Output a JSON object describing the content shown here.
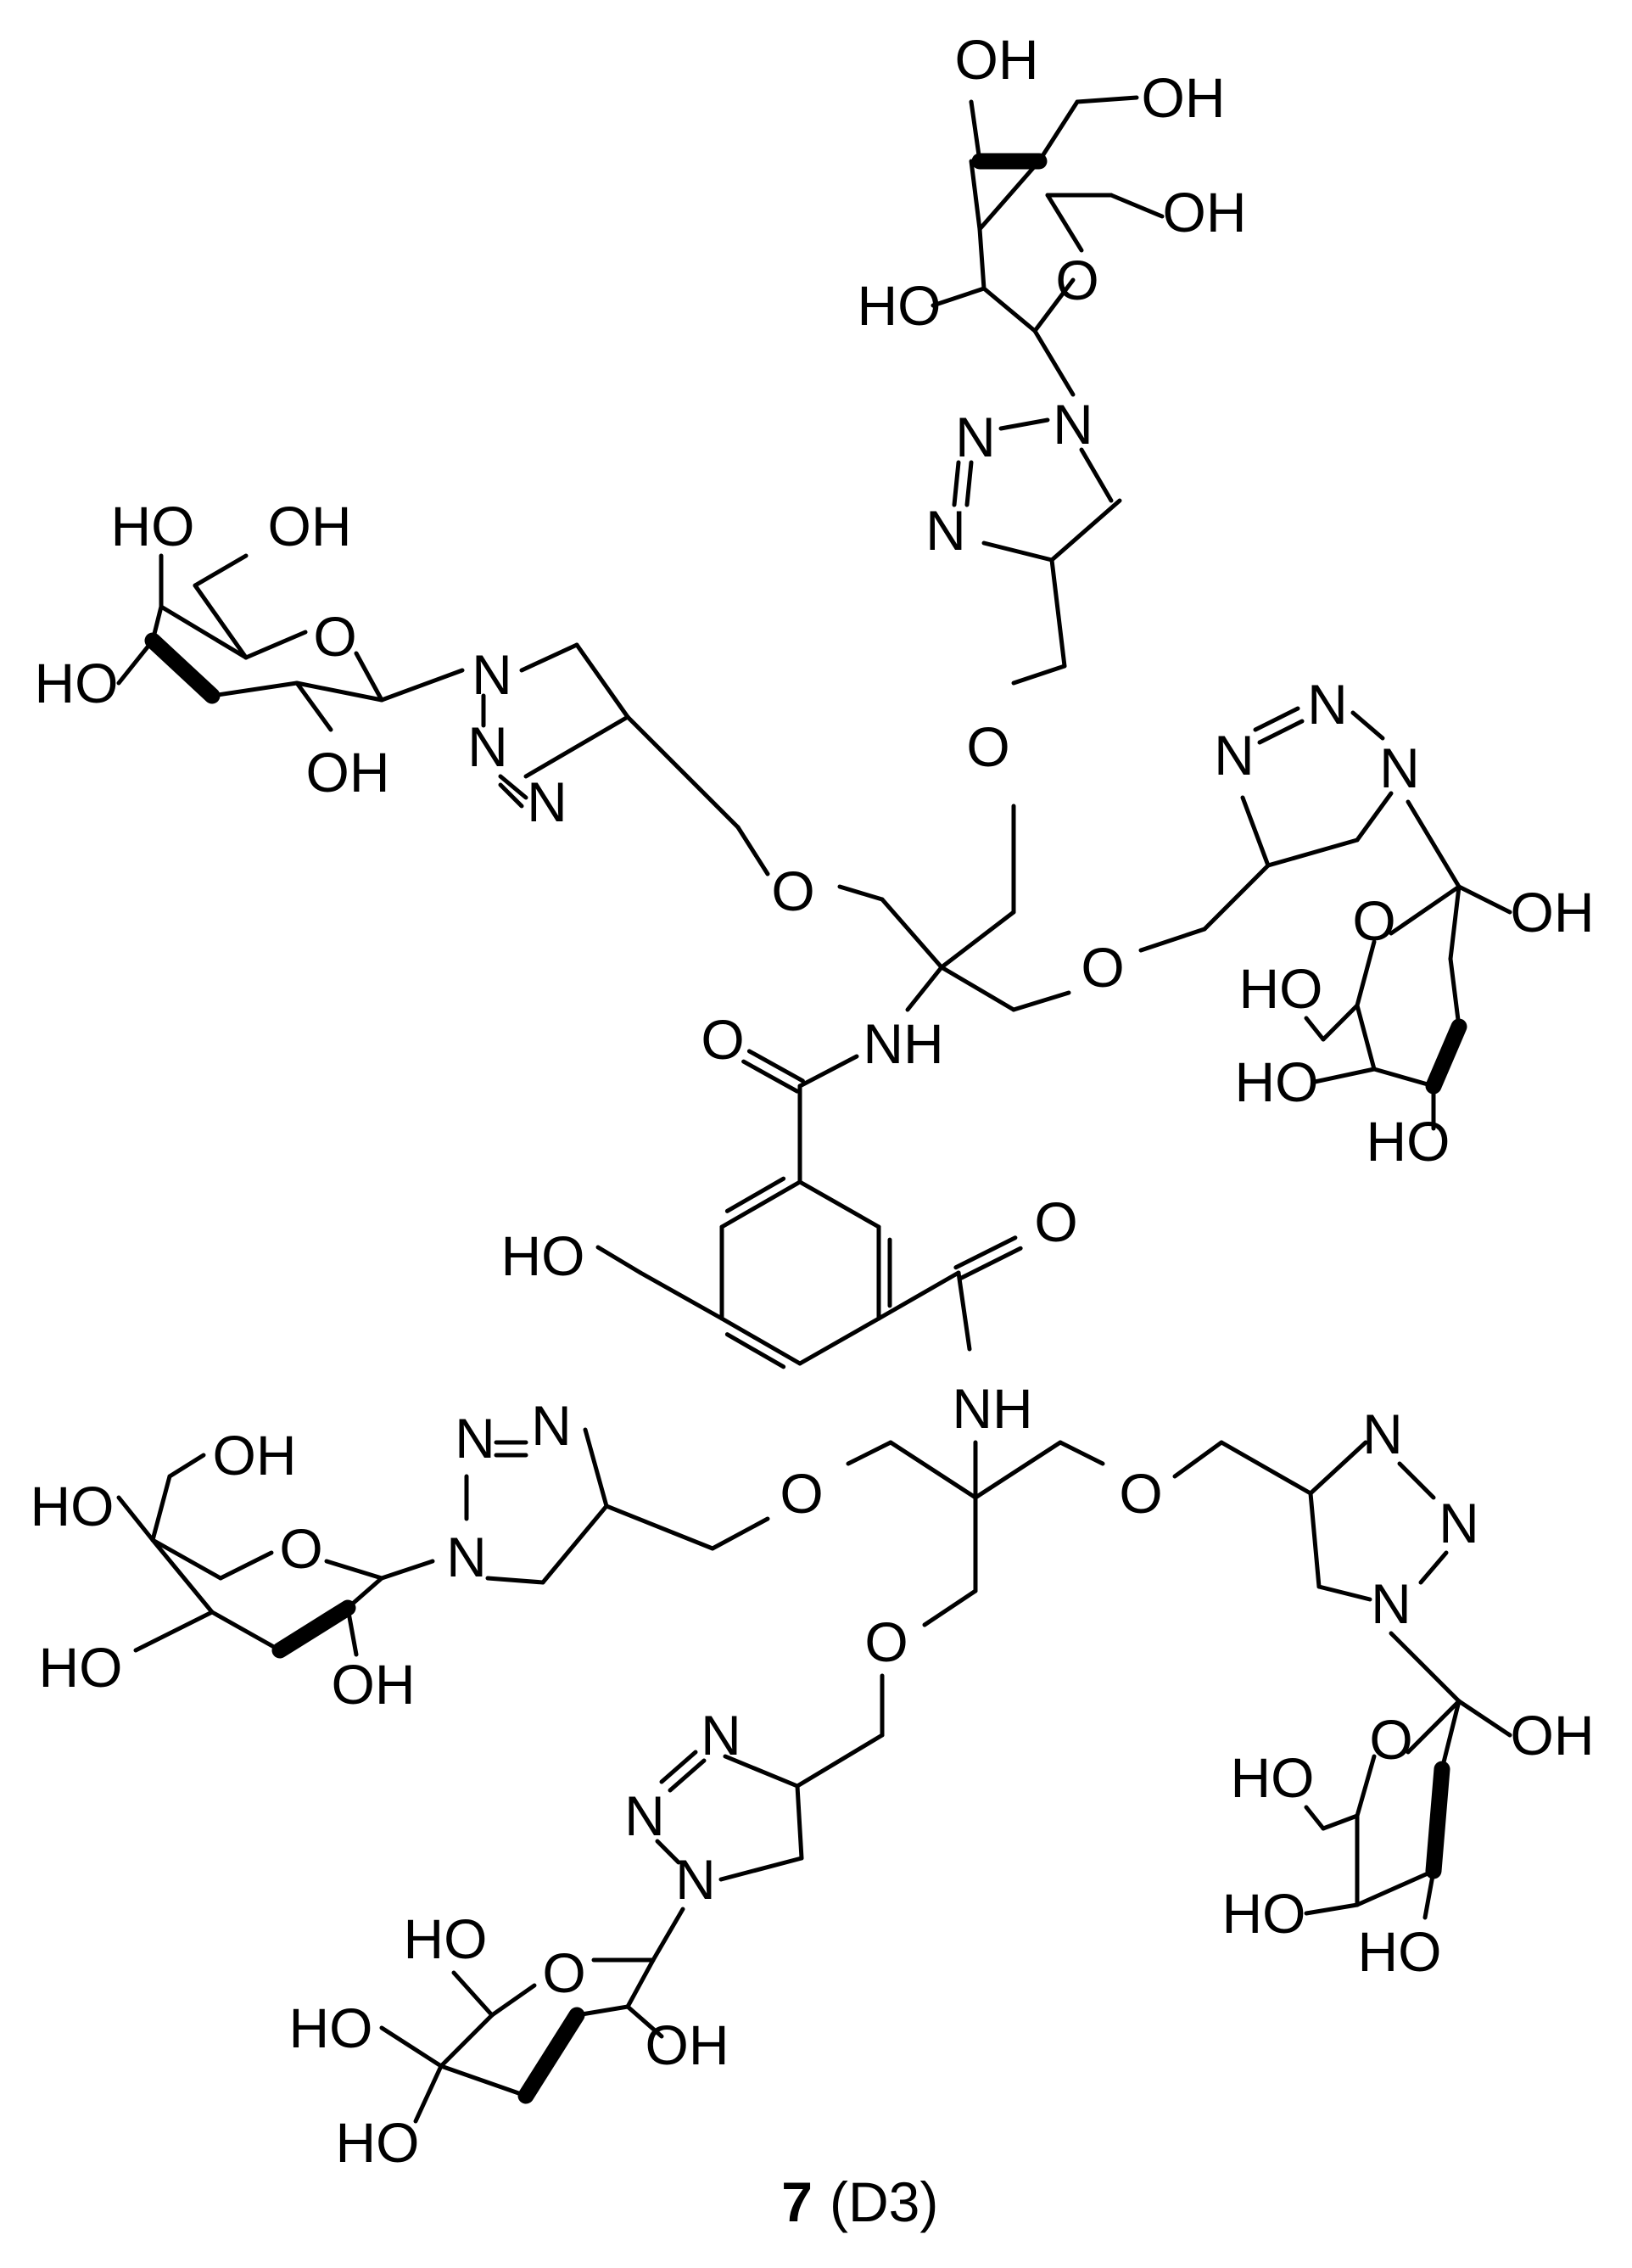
{
  "caption": {
    "compound_number": "7",
    "compound_label": "(D3)"
  },
  "atom_labels": {
    "OH": "OH",
    "HO": "HO",
    "O": "O",
    "N": "N",
    "NH": "NH"
  }
}
